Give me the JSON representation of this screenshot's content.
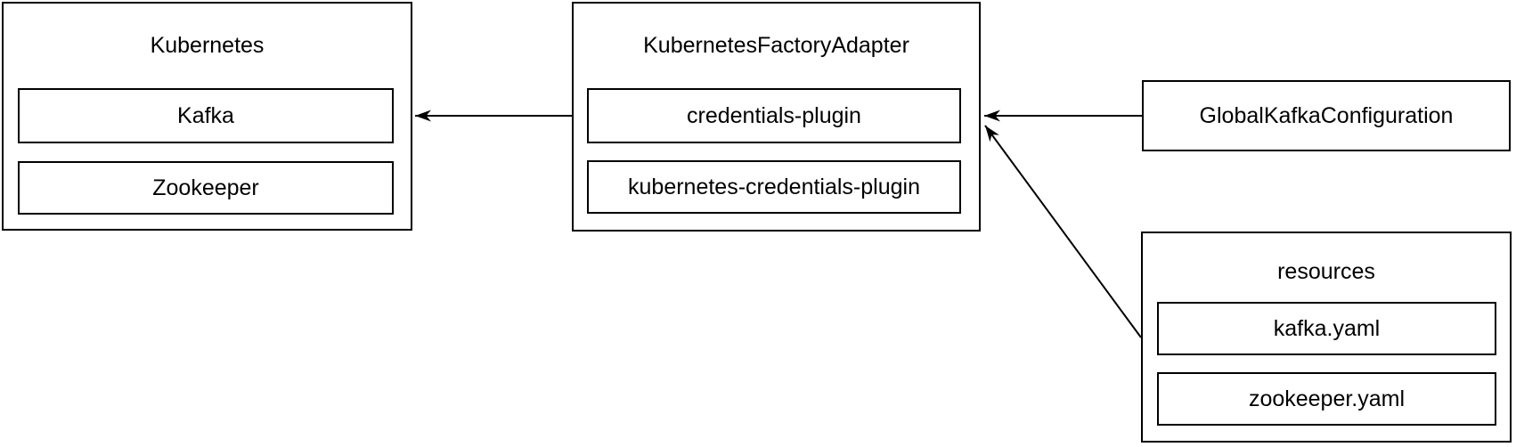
{
  "colors": {
    "background": "#ffffff",
    "border": "#000000",
    "text": "#000000",
    "arrow": "#000000"
  },
  "nodes": {
    "kubernetes": {
      "title": "Kubernetes",
      "items": [
        {
          "label": "Kafka"
        },
        {
          "label": "Zookeeper"
        }
      ]
    },
    "factory_adapter": {
      "title": "KubernetesFactoryAdapter",
      "items": [
        {
          "label": "credentials-plugin"
        },
        {
          "label": "kubernetes-credentials-plugin"
        }
      ]
    },
    "global_kafka_configuration": {
      "title": "GlobalKafkaConfiguration"
    },
    "resources": {
      "title": "resources",
      "items": [
        {
          "label": "kafka.yaml"
        },
        {
          "label": "zookeeper.yaml"
        }
      ]
    }
  },
  "edges": [
    {
      "id": "factory-to-kubernetes",
      "from": "KubernetesFactoryAdapter",
      "to": "Kubernetes"
    },
    {
      "id": "global-config-to-factory",
      "from": "GlobalKafkaConfiguration",
      "to": "KubernetesFactoryAdapter"
    },
    {
      "id": "resources-to-factory",
      "from": "resources",
      "to": "KubernetesFactoryAdapter"
    }
  ]
}
